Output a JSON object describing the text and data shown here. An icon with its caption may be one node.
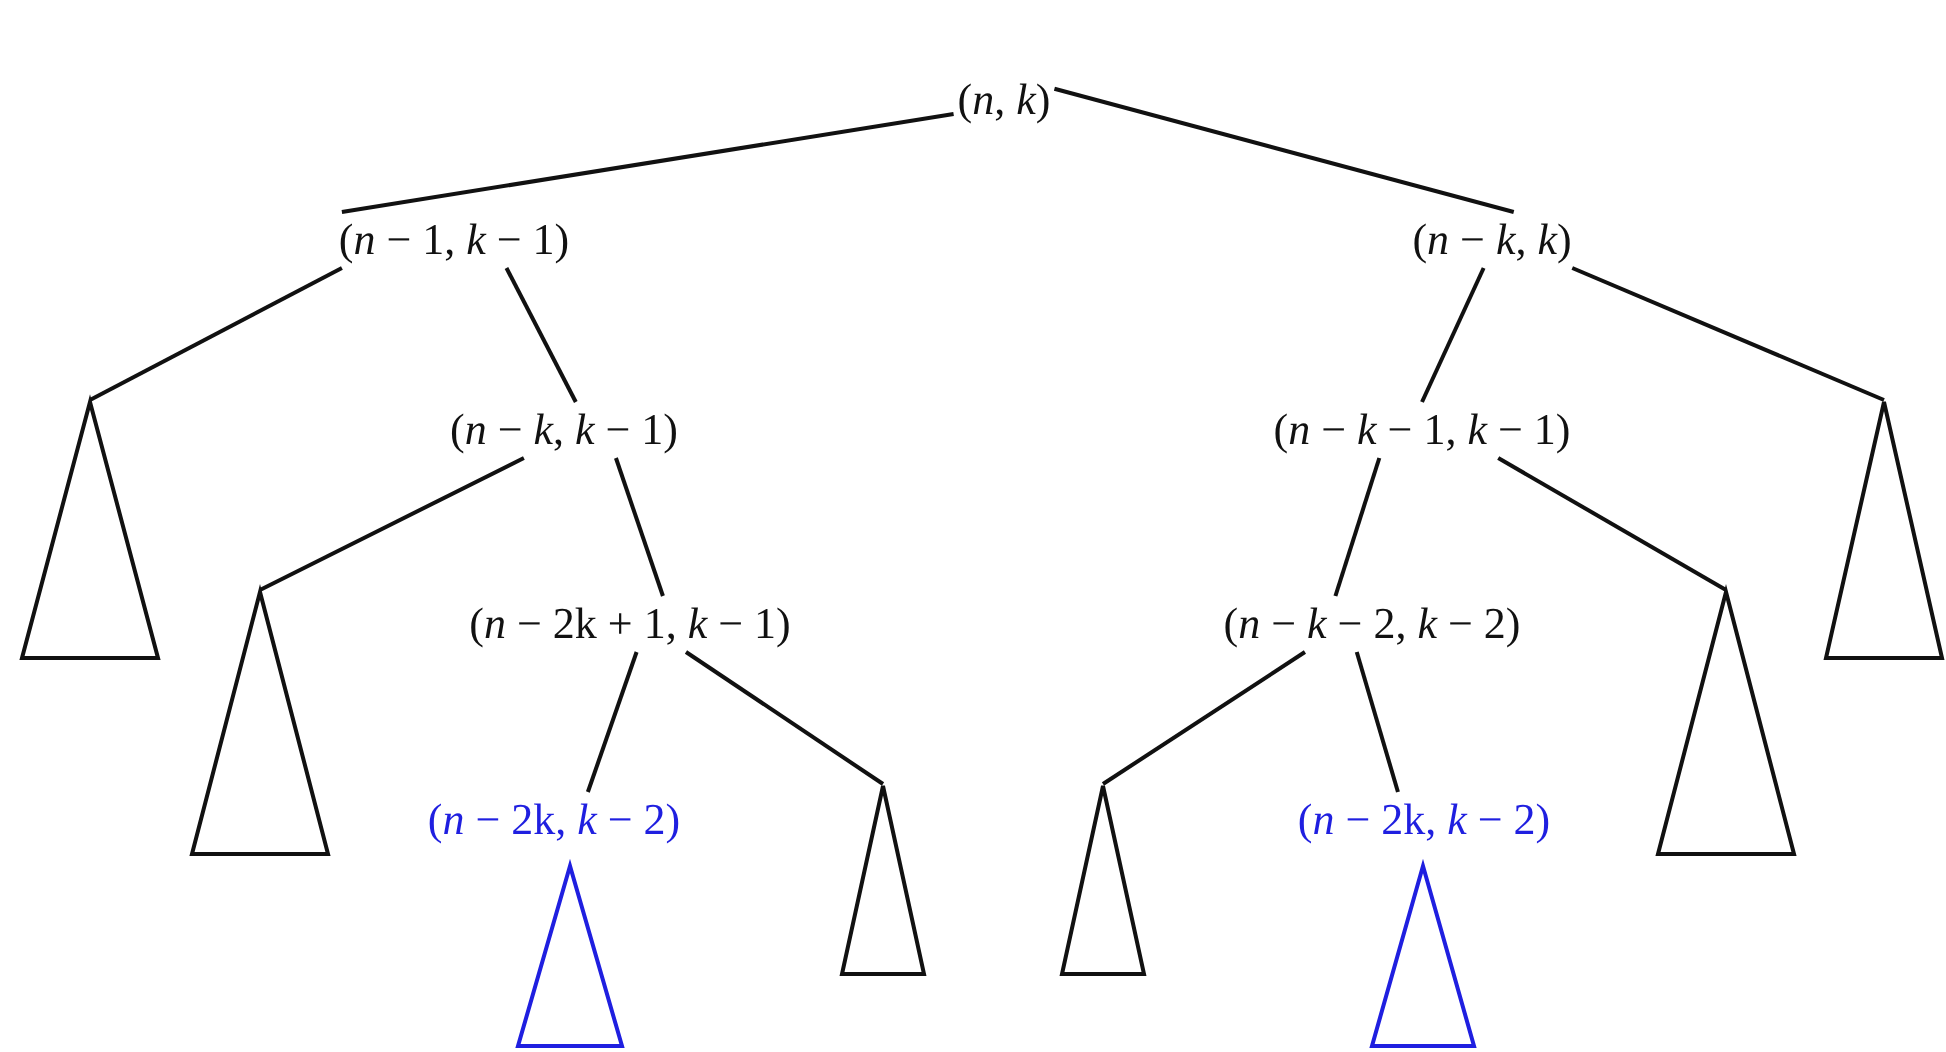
{
  "diagram": {
    "nodes": [
      {
        "text": [
          "(*n*, *k*)"
        ]
      },
      {
        "text": [
          "(*n* − 1, *k* − 1)"
        ]
      },
      {
        "text": [
          "(*n* − *k*, *k*)"
        ]
      },
      {
        "text": [],
        "shape": "triangle"
      },
      {
        "text": [
          "(*n* − *k*, *k* − 1)"
        ]
      },
      {
        "text": [
          "(*n* − *k* − 1, *k* − 1)"
        ]
      },
      {
        "text": [],
        "shape": "triangle"
      },
      {
        "text": [],
        "shape": "triangle"
      },
      {
        "text": [
          "(*n* − 2k + 1, *k* − 1)"
        ]
      },
      {
        "text": [
          "(*n* − *k* − 2, *k* − 2)"
        ]
      },
      {
        "text": [],
        "shape": "triangle"
      },
      {
        "text": [
          "(*n* − 2k, *k* − 2)"
        ]
      },
      {
        "text": [],
        "shape": "triangle"
      },
      {
        "text": [],
        "shape": "triangle"
      },
      {
        "text": [
          "(*n* − 2k, *k* − 2)"
        ]
      },
      {
        "text": [],
        "shape": "triangle"
      },
      {
        "text": [],
        "shape": "triangle"
      }
    ],
    "edges": [
      {
        "from": 0,
        "to": 1,
        "arrow": "none"
      },
      {
        "from": 0,
        "to": 2,
        "arrow": "none"
      },
      {
        "from": 1,
        "to": 3,
        "arrow": "none"
      },
      {
        "from": 1,
        "to": 4,
        "arrow": "none"
      },
      {
        "from": 2,
        "to": 5,
        "arrow": "none"
      },
      {
        "from": 2,
        "to": 6,
        "arrow": "none"
      },
      {
        "from": 4,
        "to": 7,
        "arrow": "none"
      },
      {
        "from": 4,
        "to": 8,
        "arrow": "none"
      },
      {
        "from": 5,
        "to": 9,
        "arrow": "none"
      },
      {
        "from": 5,
        "to": 10,
        "arrow": "none"
      },
      {
        "from": 8,
        "to": 11,
        "arrow": "none"
      },
      {
        "from": 8,
        "to": 12,
        "arrow": "none"
      },
      {
        "from": 9,
        "to": 13,
        "arrow": "none"
      },
      {
        "from": 9,
        "to": 14,
        "arrow": "none"
      }
    ]
  }
}
